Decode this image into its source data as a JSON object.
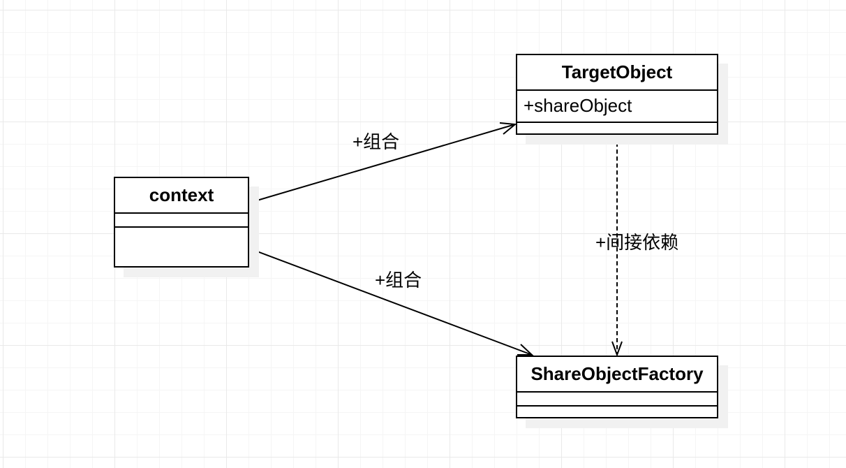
{
  "classes": {
    "context": {
      "name": "context"
    },
    "target_object": {
      "name": "TargetObject",
      "attributes": [
        "+shareObject"
      ]
    },
    "share_object_factory": {
      "name": "ShareObjectFactory"
    }
  },
  "relations": [
    {
      "from": "context",
      "to": "TargetObject",
      "kind": "composition-arrow",
      "label": "+组合"
    },
    {
      "from": "context",
      "to": "ShareObjectFactory",
      "kind": "composition-arrow",
      "label": "+组合"
    },
    {
      "from": "TargetObject",
      "to": "ShareObjectFactory",
      "kind": "dependency-dashed",
      "label": "+间接依赖"
    }
  ],
  "colors": {
    "line": "#000000",
    "box_fill": "#ffffff",
    "shadow": "#f1f1f1",
    "grid": "#e9e9e9"
  }
}
